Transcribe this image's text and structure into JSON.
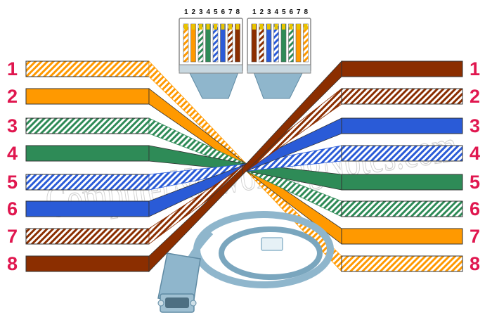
{
  "watermark": "ComputerNetworkingNotes.com",
  "left_labels": [
    "1",
    "2",
    "3",
    "4",
    "5",
    "6",
    "7",
    "8"
  ],
  "right_labels": [
    "1",
    "2",
    "3",
    "4",
    "5",
    "6",
    "7",
    "8"
  ],
  "connector_pin_labels": [
    "1",
    "2",
    "3",
    "4",
    "5",
    "6",
    "7",
    "8"
  ],
  "colors": {
    "orange": "#ff9900",
    "green": "#2e8b57",
    "blue": "#2a5bd7",
    "brown": "#8b2e00",
    "label": "#e0174f",
    "cable": "#8fb6cc"
  },
  "wires": [
    {
      "pin": "1",
      "color": "orange",
      "striped": true,
      "right_pin": "8"
    },
    {
      "pin": "2",
      "color": "orange",
      "striped": false,
      "right_pin": "7"
    },
    {
      "pin": "3",
      "color": "green",
      "striped": true,
      "right_pin": "6"
    },
    {
      "pin": "4",
      "color": "green",
      "striped": false,
      "right_pin": "5"
    },
    {
      "pin": "5",
      "color": "blue",
      "striped": true,
      "right_pin": "4"
    },
    {
      "pin": "6",
      "color": "blue",
      "striped": false,
      "right_pin": "3"
    },
    {
      "pin": "7",
      "color": "brown",
      "striped": true,
      "right_pin": "2"
    },
    {
      "pin": "8",
      "color": "brown",
      "striped": false,
      "right_pin": "1"
    }
  ]
}
